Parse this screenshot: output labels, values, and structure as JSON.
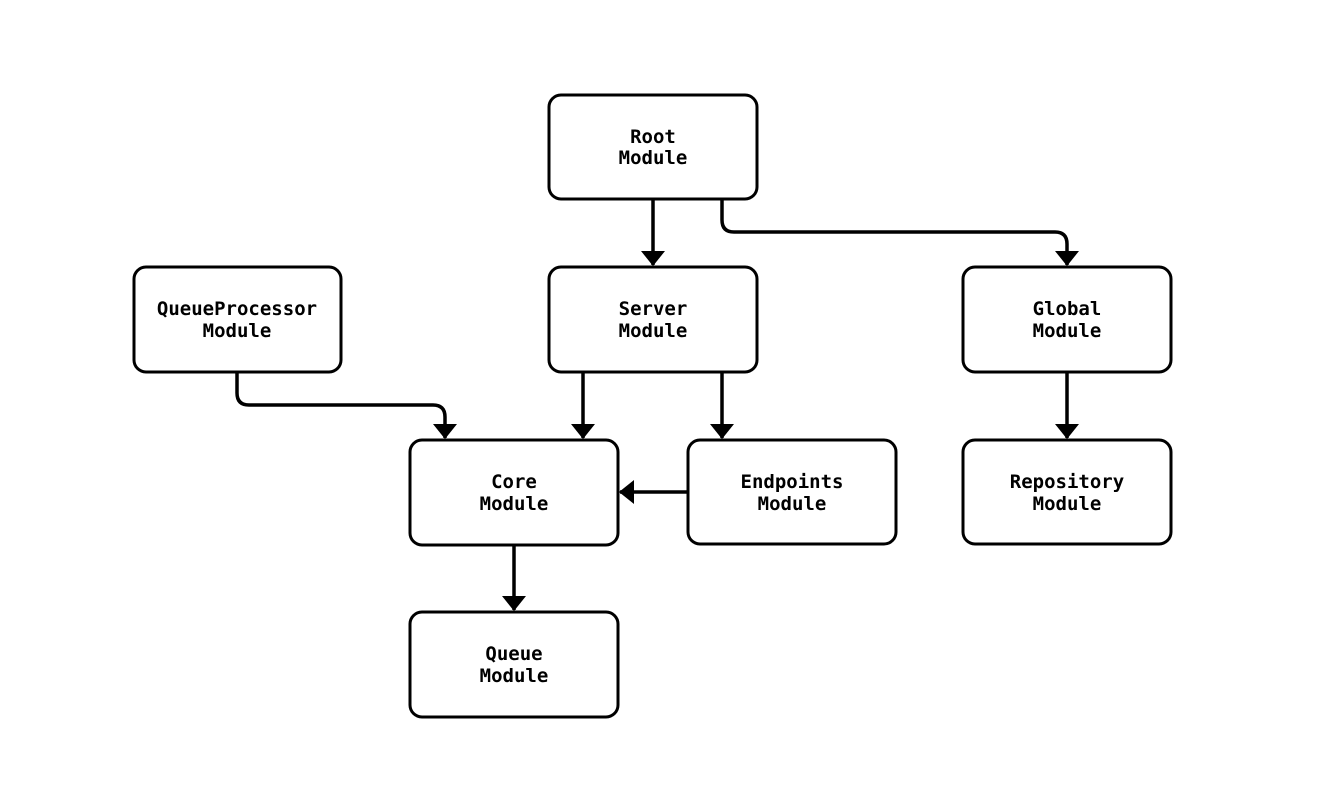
{
  "diagram": {
    "type": "flowchart",
    "background_color": "#ffffff",
    "node_fill_color": "#ffffff",
    "line_color": "#000000",
    "text_color": "#000000",
    "nodes": {
      "root": {
        "line1": "Root",
        "line2": "Module"
      },
      "queue_processor": {
        "line1": "QueueProcessor",
        "line2": "Module"
      },
      "server": {
        "line1": "Server",
        "line2": "Module"
      },
      "global": {
        "line1": "Global",
        "line2": "Module"
      },
      "core": {
        "line1": "Core",
        "line2": "Module"
      },
      "endpoints": {
        "line1": "Endpoints",
        "line2": "Module"
      },
      "repository": {
        "line1": "Repository",
        "line2": "Module"
      },
      "queue": {
        "line1": "Queue",
        "line2": "Module"
      }
    },
    "edges": [
      {
        "from": "Root Module",
        "to": "Server Module"
      },
      {
        "from": "Root Module",
        "to": "Global Module"
      },
      {
        "from": "QueueProcessor Module",
        "to": "Core Module"
      },
      {
        "from": "Server Module",
        "to": "Core Module"
      },
      {
        "from": "Server Module",
        "to": "Endpoints Module"
      },
      {
        "from": "Endpoints Module",
        "to": "Core Module"
      },
      {
        "from": "Global Module",
        "to": "Repository Module"
      },
      {
        "from": "Core Module",
        "to": "Queue Module"
      }
    ]
  }
}
